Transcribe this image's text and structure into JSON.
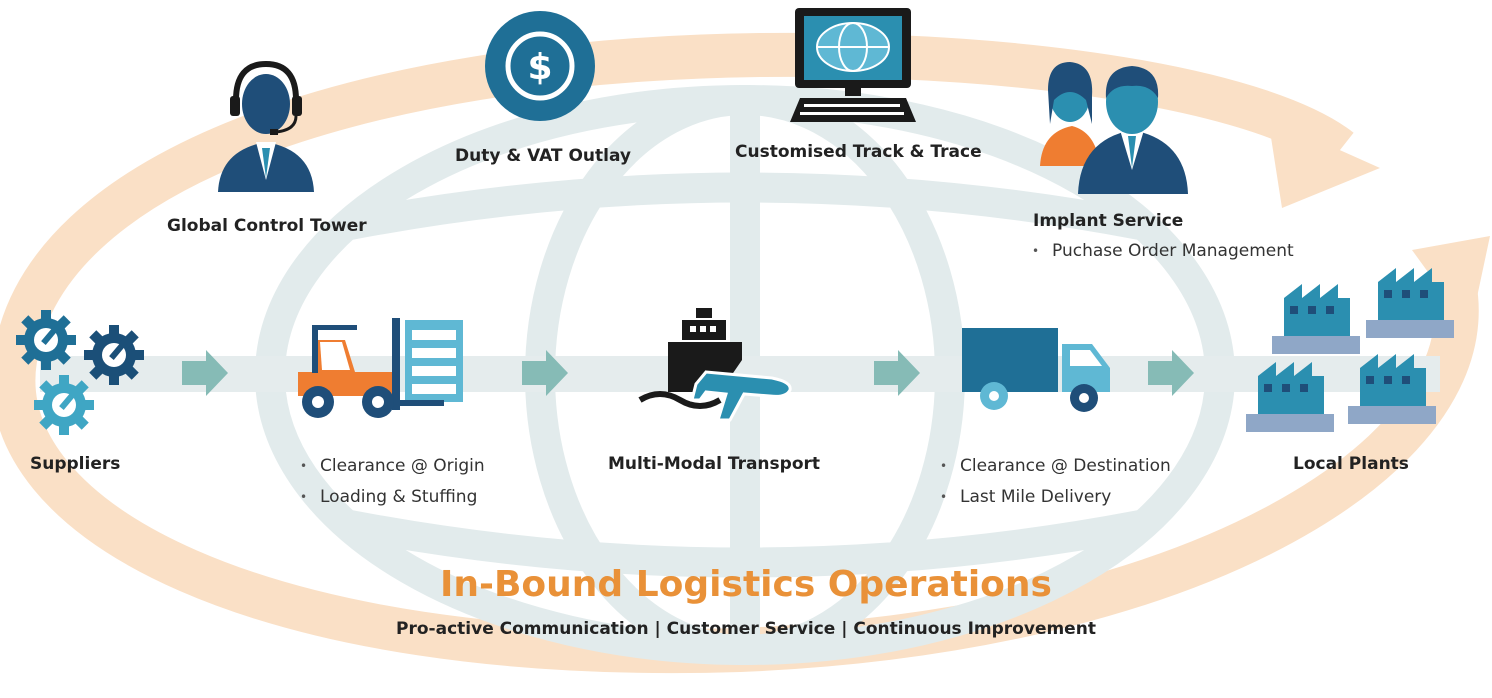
{
  "diagram": {
    "title": "In-Bound Logistics Operations",
    "subtitle": "Pro-active Communication | Customer Service | Continuous Improvement",
    "colors": {
      "navy": "#1f4e79",
      "teal": "#2b8fb0",
      "light_teal": "#5fb8d4",
      "orange": "#f08b3a",
      "arrow_green": "#7fb7b2",
      "globe": "#e3eced",
      "orbit_orange": "#f9dcc0"
    },
    "top_services": [
      {
        "label": "Global Control Tower",
        "icon": "headset-agent-icon"
      },
      {
        "label": "Duty & VAT Outlay",
        "icon": "dollar-coin-icon"
      },
      {
        "label": "Customised Track & Trace",
        "icon": "computer-globe-icon"
      },
      {
        "label": "Implant Service",
        "icon": "business-people-icon",
        "bullets": [
          "Puchase Order Management"
        ]
      }
    ],
    "flow": [
      {
        "label": "Suppliers",
        "icon": "gears-icon"
      },
      {
        "label": "",
        "icon": "forklift-icon",
        "bullets": [
          "Clearance @ Origin",
          "Loading & Stuffing"
        ]
      },
      {
        "label": "Multi-Modal Transport",
        "icon": "ship-plane-icon"
      },
      {
        "label": "",
        "icon": "truck-icon",
        "bullets": [
          "Clearance @ Destination",
          "Last Mile Delivery"
        ]
      },
      {
        "label": "Local Plants",
        "icon": "factories-icon"
      }
    ]
  }
}
